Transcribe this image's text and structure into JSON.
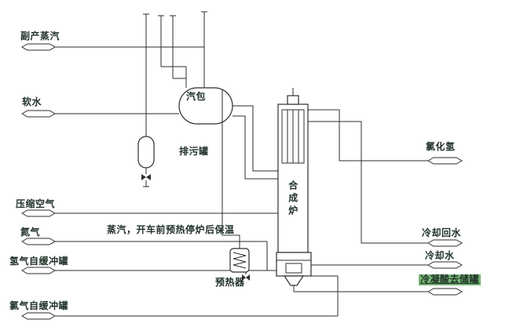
{
  "diagram": {
    "streams": {
      "left": [
        {
          "label": "副产蒸汽"
        },
        {
          "label": "软水"
        },
        {
          "label": "压缩空气"
        },
        {
          "label": "氮气"
        },
        {
          "label": "氢气自缓冲罐"
        },
        {
          "label": "氯气自缓冲罐"
        }
      ],
      "right": [
        {
          "label": "氯化氢"
        },
        {
          "label": "冷却回水"
        },
        {
          "label": "冷却水"
        },
        {
          "label": "冷凝酸去储罐",
          "highlighted": true
        }
      ]
    },
    "equipment": {
      "steam_drum": "汽包",
      "blowdown_tank": "排污罐",
      "synthesis_furnace": "合成炉",
      "preheater": "预热器"
    },
    "annotations": {
      "steam_note": "蒸汽，开车前预热停炉后保温"
    },
    "colors": {
      "line": "#2e2e2e",
      "text": "#213229",
      "background": "#ffffff",
      "highlight": "#76b476"
    }
  }
}
